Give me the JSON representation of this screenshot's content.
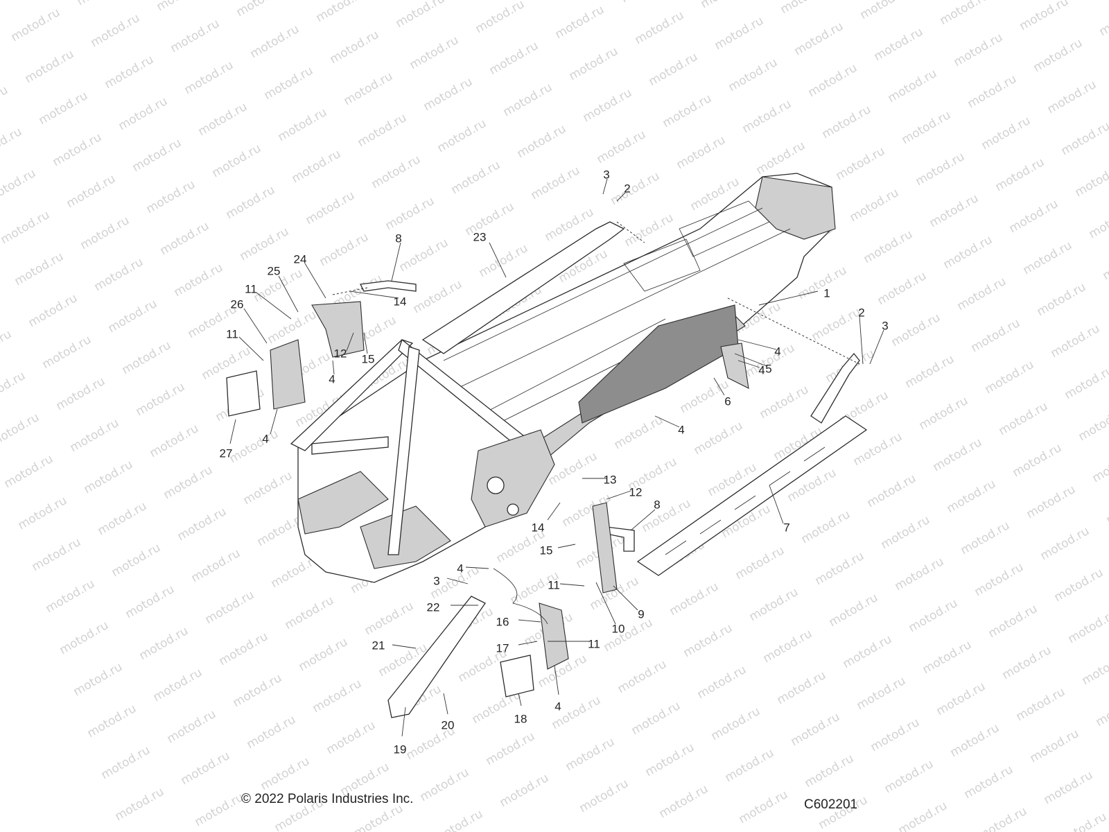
{
  "watermark": "motod.ru",
  "footer": {
    "copyright": "© 2022 Polaris Industries Inc.",
    "diagram_code": "C602201"
  },
  "callouts": [
    "1",
    "2",
    "2",
    "3",
    "3",
    "3",
    "4",
    "4",
    "4",
    "4",
    "4",
    "4",
    "4",
    "5",
    "6",
    "7",
    "8",
    "8",
    "9",
    "10",
    "11",
    "11",
    "11",
    "11",
    "12",
    "12",
    "13",
    "14",
    "14",
    "15",
    "15",
    "16",
    "17",
    "18",
    "19",
    "20",
    "21",
    "22",
    "23",
    "24",
    "25",
    "26",
    "27"
  ]
}
